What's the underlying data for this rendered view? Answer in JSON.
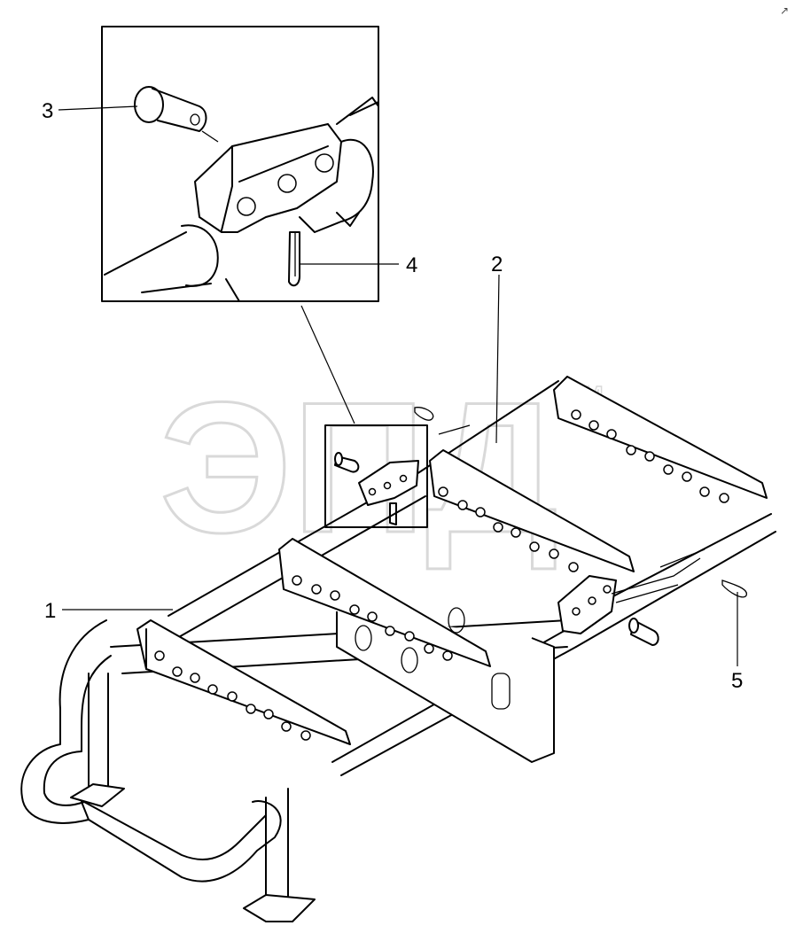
{
  "diagram": {
    "callouts": [
      {
        "id": "1",
        "label": "1"
      },
      {
        "id": "2",
        "label": "2"
      },
      {
        "id": "3",
        "label": "3"
      },
      {
        "id": "4",
        "label": "4"
      },
      {
        "id": "5",
        "label": "5"
      }
    ],
    "watermark": {
      "text": "ЭПД",
      "trademark": "TM"
    },
    "corner_mark": "↗"
  },
  "colors": {
    "line": "#000000",
    "background": "#ffffff",
    "watermark": "#d9d9d9"
  }
}
